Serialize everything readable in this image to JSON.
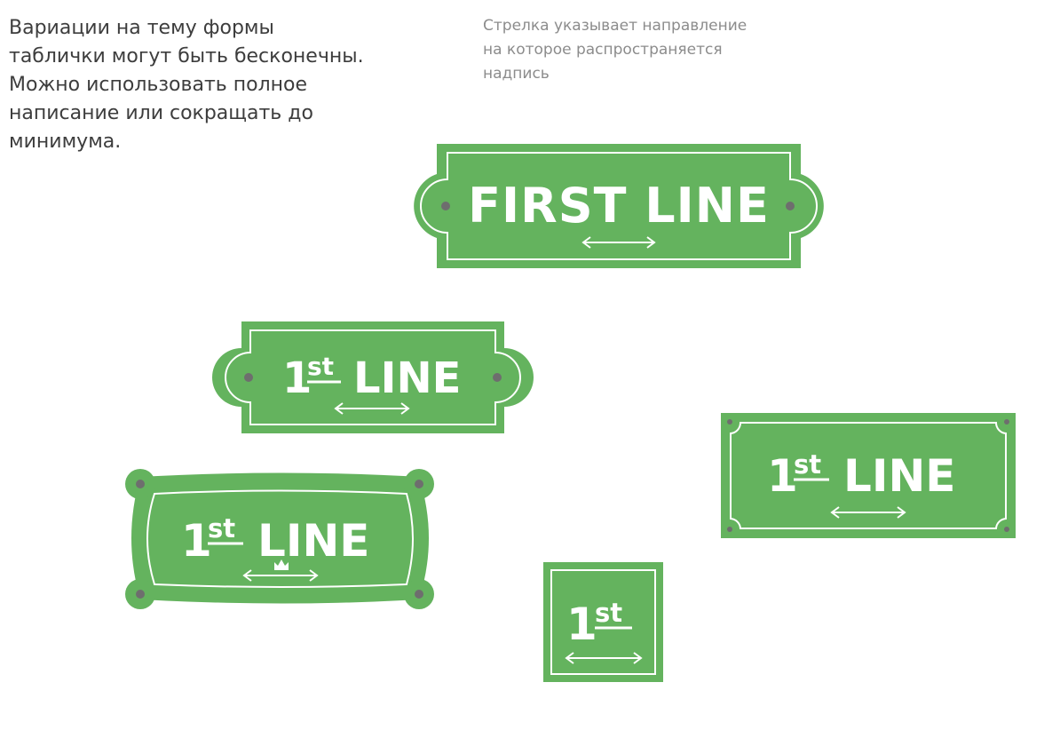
{
  "captions": {
    "left": "Вариации на тему формы\nтаблички могут быть бесконечны.\nМожно использовать полное\nнаписание или сокращать до\nминимума.",
    "right": "Стрелка указывает направление\nна которое распространяется\nнадпись"
  },
  "signs": {
    "full": {
      "text": "FIRST LINE"
    },
    "short_a": {
      "numeral": "1",
      "suffix": "st",
      "word": "LINE"
    },
    "short_b": {
      "numeral": "1",
      "suffix": "st",
      "word": "LINE"
    },
    "short_c": {
      "numeral": "1",
      "suffix": "st",
      "word": "LINE"
    },
    "square": {
      "numeral": "1",
      "suffix": "st"
    }
  },
  "colors": {
    "sign_green": "#64b35e",
    "sign_white": "#ffffff",
    "bolt_gray": "#6e6e6e",
    "caption_dark": "#3d3d3d",
    "caption_gray": "#8c8c8c"
  },
  "icons": {
    "direction": "double-arrow-horizontal-icon",
    "crown": "crown-icon",
    "bolt": "bolt-icon"
  }
}
